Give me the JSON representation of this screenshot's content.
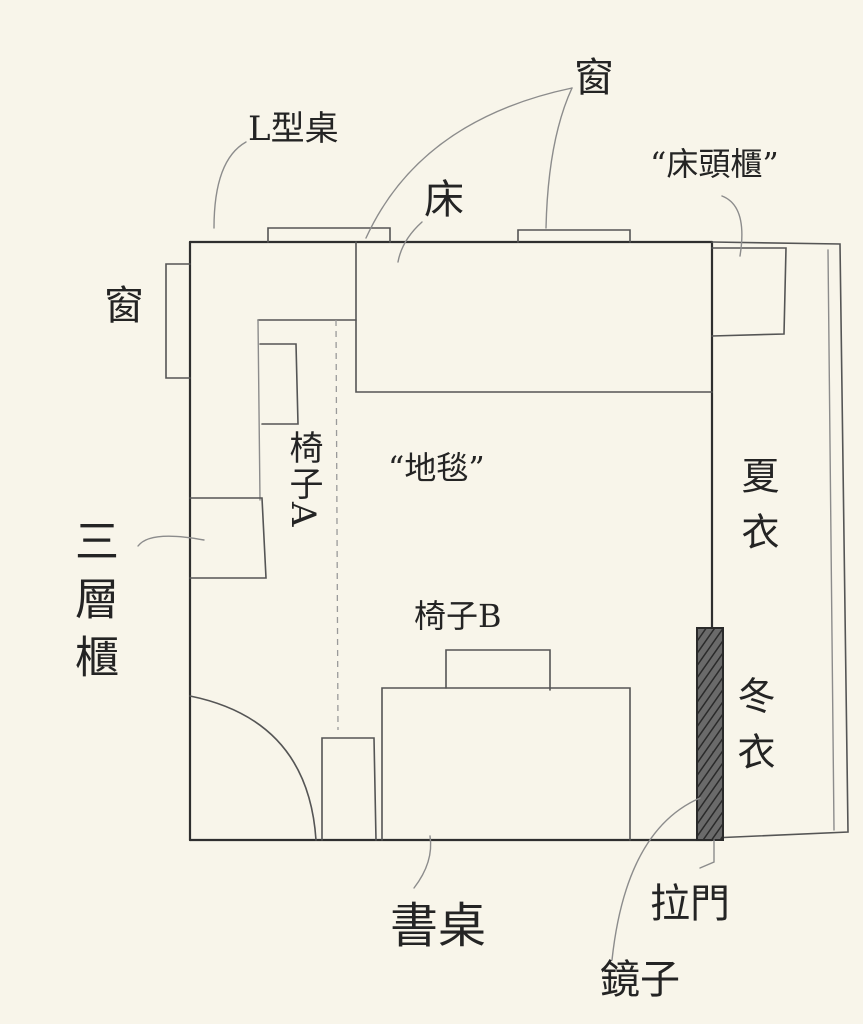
{
  "labels": {
    "l_desk": "L型桌",
    "window_top": "窗",
    "bed": "床",
    "nightstand": "“床頭櫃”",
    "window_left": "窗",
    "chair_a": "椅子A",
    "rug": "“地毯”",
    "three_tier_cabinet": "三層櫃",
    "chair_b": "椅子B",
    "summer_clothes": "夏衣",
    "winter_clothes": "冬衣",
    "desk": "書桌",
    "sliding_door": "拉門",
    "mirror": "鏡子"
  },
  "colors": {
    "paper": "#f8f5ea",
    "ink": "#2f2f2f",
    "mirror_fill": "#4a4a4a"
  }
}
